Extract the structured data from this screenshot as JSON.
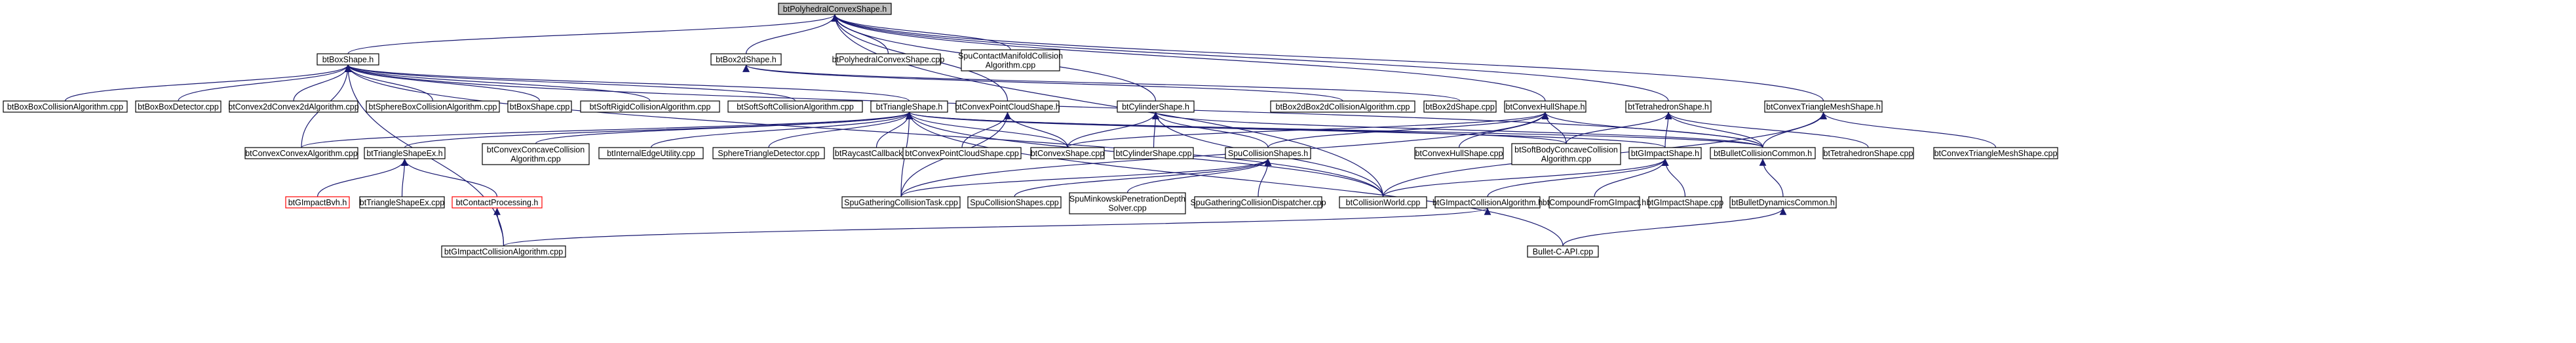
{
  "graph": {
    "edge_color": "#191970",
    "root_fill": "#bfbfbf",
    "node_fill": "#ffffff",
    "missing_node_border": "#ff0000",
    "nodes": [
      {
        "id": "n0",
        "lines": [
          "btPolyhedralConvexShape.h"
        ],
        "kind": "root"
      },
      {
        "id": "n1",
        "lines": [
          "btBoxShape.h"
        ]
      },
      {
        "id": "n2",
        "lines": [
          "btBox2dShape.h"
        ]
      },
      {
        "id": "n3",
        "lines": [
          "btPolyhedralConvexShape.cpp"
        ]
      },
      {
        "id": "n4",
        "lines": [
          "SpuContactManifoldCollision",
          "Algorithm.cpp"
        ]
      },
      {
        "id": "n5",
        "lines": [
          "btBoxBoxCollisionAlgorithm.cpp"
        ]
      },
      {
        "id": "n6",
        "lines": [
          "btBoxBoxDetector.cpp"
        ]
      },
      {
        "id": "n7",
        "lines": [
          "btConvex2dConvex2dAlgorithm.cpp"
        ]
      },
      {
        "id": "n8",
        "lines": [
          "btSphereBoxCollisionAlgorithm.cpp"
        ]
      },
      {
        "id": "n9",
        "lines": [
          "btBoxShape.cpp"
        ]
      },
      {
        "id": "n10",
        "lines": [
          "btSoftRigidCollisionAlgorithm.cpp"
        ]
      },
      {
        "id": "n11",
        "lines": [
          "btSoftSoftCollisionAlgorithm.cpp"
        ]
      },
      {
        "id": "n12",
        "lines": [
          "btTriangleShape.h"
        ]
      },
      {
        "id": "n13",
        "lines": [
          "btConvexPointCloudShape.h"
        ]
      },
      {
        "id": "n14",
        "lines": [
          "btCylinderShape.h"
        ]
      },
      {
        "id": "n15",
        "lines": [
          "btBox2dBox2dCollisionAlgorithm.cpp"
        ]
      },
      {
        "id": "n16",
        "lines": [
          "btBox2dShape.cpp"
        ]
      },
      {
        "id": "n17",
        "lines": [
          "btConvexHullShape.h"
        ]
      },
      {
        "id": "n18",
        "lines": [
          "btTetrahedronShape.h"
        ]
      },
      {
        "id": "n19",
        "lines": [
          "btConvexTriangleMeshShape.h"
        ]
      },
      {
        "id": "n20",
        "lines": [
          "btConvexConvexAlgorithm.cpp"
        ]
      },
      {
        "id": "n21",
        "lines": [
          "btTriangleShapeEx.h"
        ]
      },
      {
        "id": "n22",
        "lines": [
          "btConvexConcaveCollision",
          "Algorithm.cpp"
        ]
      },
      {
        "id": "n23",
        "lines": [
          "btInternalEdgeUtility.cpp"
        ]
      },
      {
        "id": "n24",
        "lines": [
          "SphereTriangleDetector.cpp"
        ]
      },
      {
        "id": "n25",
        "lines": [
          "btRaycastCallback.cpp"
        ]
      },
      {
        "id": "n26",
        "lines": [
          "btConvexPointCloudShape.cpp"
        ]
      },
      {
        "id": "n27",
        "lines": [
          "btConvexShape.cpp"
        ]
      },
      {
        "id": "n28",
        "lines": [
          "btCylinderShape.cpp"
        ]
      },
      {
        "id": "n29",
        "lines": [
          "SpuCollisionShapes.h"
        ]
      },
      {
        "id": "n30",
        "lines": [
          "btConvexHullShape.cpp"
        ]
      },
      {
        "id": "n31",
        "lines": [
          "btSoftBodyConcaveCollision",
          "Algorithm.cpp"
        ]
      },
      {
        "id": "n32",
        "lines": [
          "btGImpactShape.h"
        ]
      },
      {
        "id": "n33",
        "lines": [
          "btBulletCollisionCommon.h"
        ]
      },
      {
        "id": "n34",
        "lines": [
          "btTetrahedronShape.cpp"
        ]
      },
      {
        "id": "n35",
        "lines": [
          "btConvexTriangleMeshShape.cpp"
        ]
      },
      {
        "id": "n36",
        "lines": [
          "btGImpactBvh.h"
        ],
        "kind": "missing"
      },
      {
        "id": "n37",
        "lines": [
          "btTriangleShapeEx.cpp"
        ]
      },
      {
        "id": "n38",
        "lines": [
          "btContactProcessing.h"
        ],
        "kind": "missing"
      },
      {
        "id": "n39",
        "lines": [
          "SpuGatheringCollisionTask.cpp"
        ]
      },
      {
        "id": "n40",
        "lines": [
          "SpuCollisionShapes.cpp"
        ]
      },
      {
        "id": "n41",
        "lines": [
          "SpuMinkowskiPenetrationDepth",
          "Solver.cpp"
        ]
      },
      {
        "id": "n42",
        "lines": [
          "SpuGatheringCollisionDispatcher.cpp"
        ]
      },
      {
        "id": "n43",
        "lines": [
          "btCollisionWorld.cpp"
        ]
      },
      {
        "id": "n44",
        "lines": [
          "btGImpactCollisionAlgorithm.h"
        ]
      },
      {
        "id": "n45",
        "lines": [
          "btCompoundFromGImpact.h"
        ]
      },
      {
        "id": "n46",
        "lines": [
          "btGImpactShape.cpp"
        ]
      },
      {
        "id": "n47",
        "lines": [
          "btBulletDynamicsCommon.h"
        ]
      },
      {
        "id": "n48",
        "lines": [
          "btGImpactCollisionAlgorithm.cpp"
        ]
      },
      {
        "id": "n49",
        "lines": [
          "Bullet-C-API.cpp"
        ]
      }
    ],
    "edges": [
      [
        "n0",
        "n1"
      ],
      [
        "n0",
        "n2"
      ],
      [
        "n0",
        "n3"
      ],
      [
        "n0",
        "n4"
      ],
      [
        "n0",
        "n13"
      ],
      [
        "n0",
        "n14"
      ],
      [
        "n0",
        "n17"
      ],
      [
        "n0",
        "n18"
      ],
      [
        "n0",
        "n19"
      ],
      [
        "n0",
        "n43"
      ],
      [
        "n1",
        "n5"
      ],
      [
        "n1",
        "n6"
      ],
      [
        "n1",
        "n7"
      ],
      [
        "n1",
        "n8"
      ],
      [
        "n1",
        "n9"
      ],
      [
        "n1",
        "n10"
      ],
      [
        "n1",
        "n11"
      ],
      [
        "n1",
        "n12"
      ],
      [
        "n1",
        "n20"
      ],
      [
        "n1",
        "n48"
      ],
      [
        "n1",
        "n43"
      ],
      [
        "n1",
        "n33"
      ],
      [
        "n2",
        "n15"
      ],
      [
        "n2",
        "n16"
      ],
      [
        "n12",
        "n20"
      ],
      [
        "n12",
        "n21"
      ],
      [
        "n12",
        "n22"
      ],
      [
        "n12",
        "n23"
      ],
      [
        "n12",
        "n24"
      ],
      [
        "n12",
        "n25"
      ],
      [
        "n12",
        "n27"
      ],
      [
        "n12",
        "n39"
      ],
      [
        "n12",
        "n31"
      ],
      [
        "n12",
        "n43"
      ],
      [
        "n12",
        "n32"
      ],
      [
        "n12",
        "n33"
      ],
      [
        "n12",
        "n49"
      ],
      [
        "n13",
        "n26"
      ],
      [
        "n13",
        "n27"
      ],
      [
        "n13",
        "n39"
      ],
      [
        "n14",
        "n27"
      ],
      [
        "n14",
        "n28"
      ],
      [
        "n14",
        "n29"
      ],
      [
        "n14",
        "n43"
      ],
      [
        "n14",
        "n33"
      ],
      [
        "n17",
        "n27"
      ],
      [
        "n17",
        "n30"
      ],
      [
        "n17",
        "n29"
      ],
      [
        "n17",
        "n31"
      ],
      [
        "n17",
        "n39"
      ],
      [
        "n17",
        "n33"
      ],
      [
        "n18",
        "n32"
      ],
      [
        "n18",
        "n31"
      ],
      [
        "n18",
        "n33"
      ],
      [
        "n18",
        "n34"
      ],
      [
        "n19",
        "n33"
      ],
      [
        "n19",
        "n35"
      ],
      [
        "n19",
        "n43"
      ],
      [
        "n21",
        "n36"
      ],
      [
        "n21",
        "n37"
      ],
      [
        "n21",
        "n38"
      ],
      [
        "n38",
        "n48"
      ],
      [
        "n29",
        "n39"
      ],
      [
        "n29",
        "n40"
      ],
      [
        "n29",
        "n41"
      ],
      [
        "n29",
        "n42"
      ],
      [
        "n32",
        "n43"
      ],
      [
        "n32",
        "n44"
      ],
      [
        "n32",
        "n45"
      ],
      [
        "n32",
        "n46"
      ],
      [
        "n33",
        "n47"
      ],
      [
        "n44",
        "n48"
      ],
      [
        "n47",
        "n49"
      ]
    ]
  }
}
